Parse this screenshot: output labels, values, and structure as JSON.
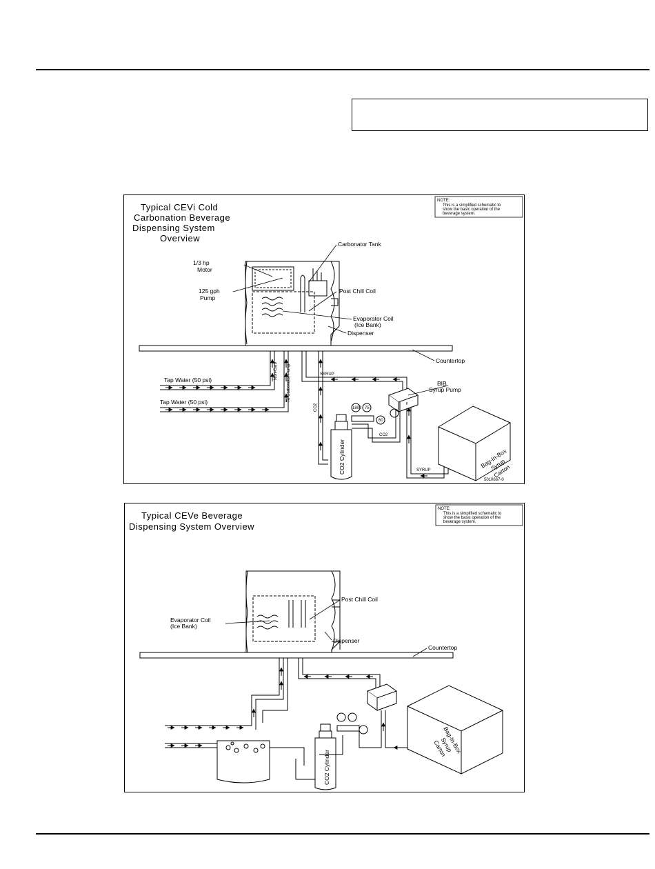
{
  "diagram1": {
    "title_lines": [
      "Typical CEVi Cold",
      "Carbonation Beverage",
      "Dispensing System",
      "Overview"
    ],
    "note_title": "NOTE:",
    "note_lines": [
      "This is a simplified schematic to",
      "show the basic operation of the",
      "beverage system."
    ],
    "labels": {
      "carbonator_tank": "Carbonator Tank",
      "motor": [
        "1/3 hp",
        "Motor"
      ],
      "pump": [
        "125 gph",
        "Pump"
      ],
      "post_chill_coil": "Post Chill Coil",
      "evaporator_coil": [
        "Evaporator Coil",
        "(Ice Bank)"
      ],
      "dispenser": "Dispenser",
      "countertop": "Countertop",
      "tap_water_1": "Tap Water   (50 psi)",
      "tap_water_2": "Tap Water   (50 psi)",
      "non_carb": "Non-Carb",
      "to_carbonator_pump": "To Carbonator Pump",
      "syrup_top": "SYRUP",
      "syrup_bottom": "SYRUP",
      "co2_vertical": "CO2",
      "co2_horizontal": "CO2",
      "bib_pump": [
        "BIB",
        "Syrup Pump"
      ],
      "bag_in_box": [
        "Bag-In-Box",
        "Syrup",
        "Carton"
      ],
      "co2_cylinder": "CO2 Cylinder",
      "gauge_a": "1800",
      "gauge_b": "75",
      "gauge_c": "60",
      "part_number": "5010667-0"
    }
  },
  "diagram2": {
    "title_lines": [
      "Typical CEVe Beverage",
      "Dispensing System Overview"
    ],
    "note_title": "NOTE:",
    "note_lines": [
      "This is a simplified schematic to",
      "show the basic operation of the",
      "beverage system."
    ],
    "labels": {
      "post_chill_coil": "Post Chill Coil",
      "evaporator_coil": [
        "Evaporator Coil",
        "(Ice Bank)"
      ],
      "dispenser": "Dispenser",
      "countertop": "Countertop",
      "bag_in_box": [
        "Bag-In-Box",
        "Syrup",
        "Carton"
      ],
      "co2_cylinder": "CO2 Cylinder"
    }
  }
}
